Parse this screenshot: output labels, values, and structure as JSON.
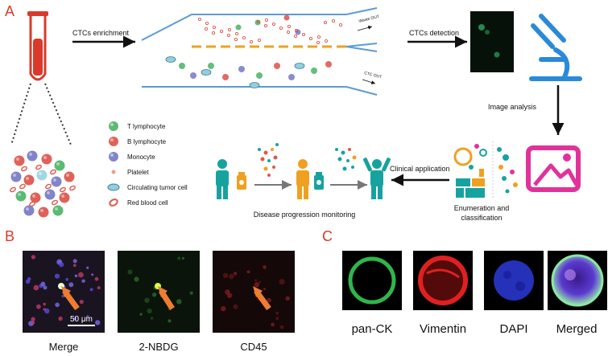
{
  "panel_labels": {
    "a": "A",
    "b": "B",
    "c": "C"
  },
  "section_a": {
    "enrichment_label": "CTCs enrichment",
    "detection_label": "CTCs detection",
    "waste_out_label": "Waste OUT",
    "ctc_out_label": "CTC OUT",
    "image_analysis_label": "Image analysis",
    "enumeration_label_line1": "Enumeration and",
    "enumeration_label_line2": "classification",
    "clinical_application_label": "Clinical application",
    "progression_label": "Disease progression monitoring",
    "legend": [
      {
        "label": "T lymphocyte",
        "color": "#3fae5a"
      },
      {
        "label": "B lymphocyte",
        "color": "#d9463c"
      },
      {
        "label": "Monocyte",
        "color": "#6b6fc2"
      },
      {
        "label": "Platelet",
        "color": "#e9a08a"
      },
      {
        "label": "Circulating tumor cell",
        "color": "#8fd0e0"
      },
      {
        "label": "Red blood cell",
        "color": "#e0574a"
      }
    ]
  },
  "section_b": {
    "scale_bar_label": "50 μm",
    "panels": [
      {
        "caption": "Merge"
      },
      {
        "caption": "2-NBDG"
      },
      {
        "caption": "CD45"
      }
    ]
  },
  "section_c": {
    "panels": [
      {
        "caption": "pan-CK",
        "color": "#2fb64a"
      },
      {
        "caption": "Vimentin",
        "color": "#e02020"
      },
      {
        "caption": "DAPI",
        "color": "#2a3ad8"
      },
      {
        "caption": "Merged",
        "color": "#8a6ad8"
      }
    ]
  },
  "colors": {
    "accent_red": "#d93a2b",
    "channel_blue": "#5b9bd5",
    "filter_orange": "#f0a020",
    "microscope_blue": "#2a8ad8",
    "teal": "#16a3a0",
    "magenta": "#e0339a",
    "arrow_orange": "#ee7d31"
  }
}
